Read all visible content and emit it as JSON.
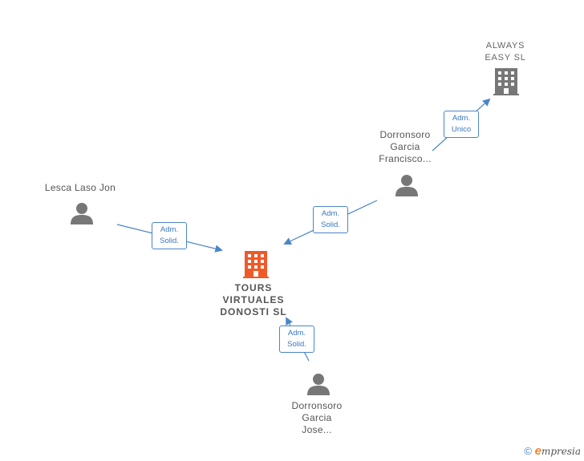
{
  "nodes": {
    "always_easy": {
      "line1": "ALWAYS",
      "line2": "EASY  SL"
    },
    "dorronsoro_francisco": {
      "line1": "Dorronsoro",
      "line2": "Garcia",
      "line3": "Francisco..."
    },
    "lesca_laso_jon": {
      "line1": "Lesca Laso Jon"
    },
    "tours_virtuales": {
      "line1": "TOURS",
      "line2": "VIRTUALES",
      "line3": "DONOSTI  SL"
    },
    "dorronsoro_jose": {
      "line1": "Dorronsoro",
      "line2": "Garcia",
      "line3": "Jose..."
    }
  },
  "edges": {
    "francisco_to_always": {
      "line1": "Adm.",
      "line2": "Unico"
    },
    "francisco_to_tours": {
      "line1": "Adm.",
      "line2": "Solid."
    },
    "lesca_to_tours": {
      "line1": "Adm.",
      "line2": "Solid."
    },
    "jose_to_tours": {
      "line1": "Adm.",
      "line2": "Solid."
    }
  },
  "colors": {
    "edge": "#4a86c8",
    "main_company": "#f05a28",
    "company": "#777777",
    "person": "#777777"
  },
  "footer": {
    "copyright": "©",
    "brand_e": "e",
    "brand_rest": "mpresia"
  }
}
